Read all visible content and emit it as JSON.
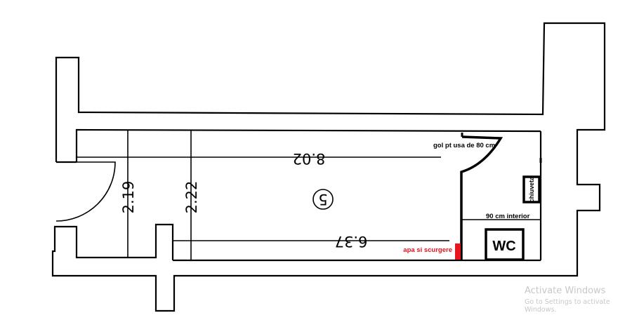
{
  "plan": {
    "room_number": "5",
    "dimensions": {
      "length_top": "8.02",
      "length_bottom": "6.37",
      "width_left": "2.19",
      "width_right": "2.22"
    },
    "labels": {
      "door_gap": "gol pt usa de 80 cm",
      "sink": "chiuveta",
      "interior": "90 cm interior",
      "toilet": "WC",
      "water": "apa si scurgere"
    },
    "colors": {
      "wall": "#000000",
      "water_marker": "#e8141e"
    }
  },
  "watermark": {
    "title": "Activate Windows",
    "subtitle": "Go to Settings to activate Windows."
  }
}
